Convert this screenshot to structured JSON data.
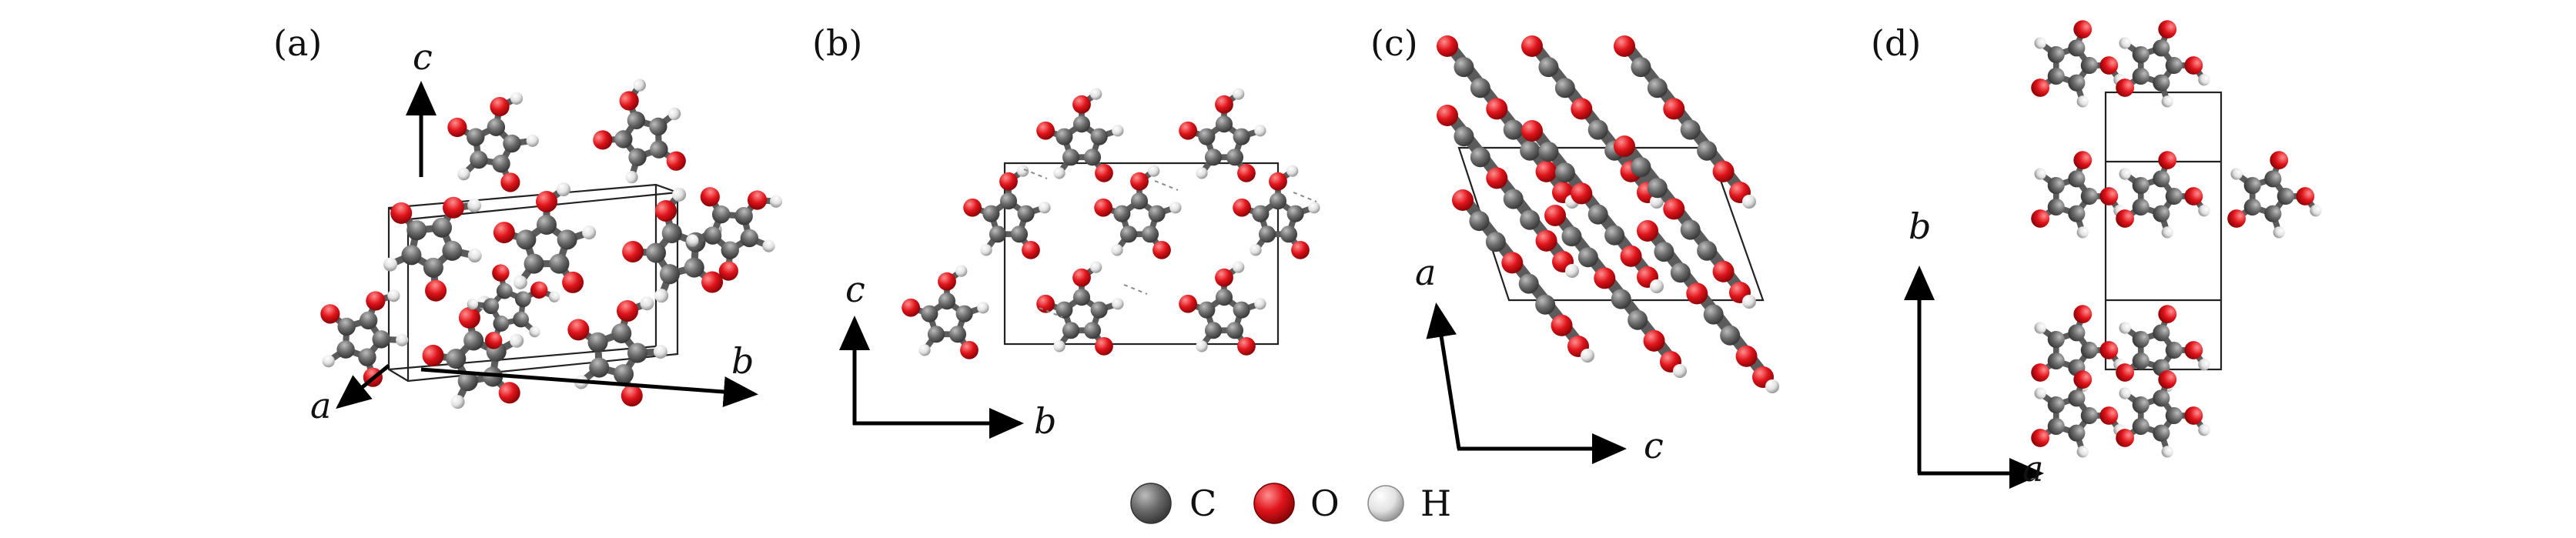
{
  "panels": [
    {
      "label": "(a)",
      "axes": [
        "c",
        "b",
        "a"
      ]
    },
    {
      "label": "(b)",
      "axes": [
        "c",
        "b"
      ]
    },
    {
      "label": "(c)",
      "axes": [
        "a",
        "c"
      ]
    },
    {
      "label": "(d)",
      "axes": [
        "b",
        "a"
      ]
    }
  ],
  "legend": [
    {
      "symbol": "C",
      "color": "#6b6b6b"
    },
    {
      "symbol": "O",
      "color": "#e0141b"
    },
    {
      "symbol": "H",
      "color": "#d6d6d6"
    }
  ],
  "colors": {
    "carbon": "#6b6b6b",
    "oxygen": "#e0141b",
    "hydrogen": "#e2e2e2",
    "bond": "#5b5b5b",
    "cell": "#222222",
    "text": "#111111"
  }
}
